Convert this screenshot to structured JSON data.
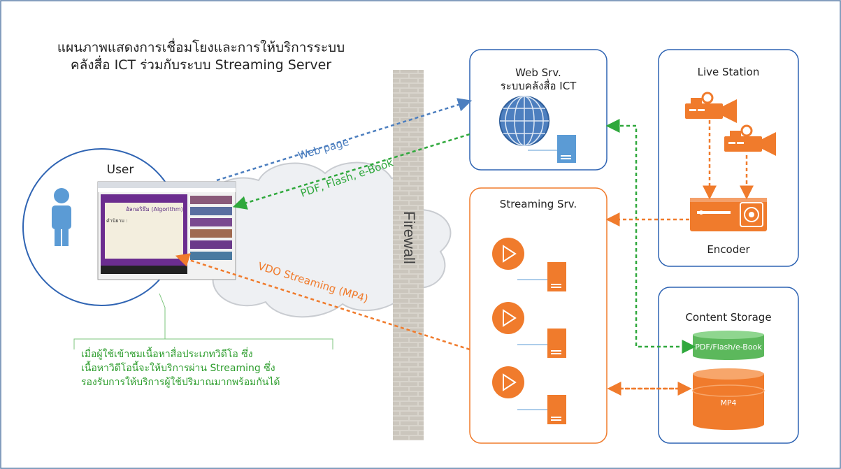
{
  "title_line1": "แผนภาพแสดงการเชื่อมโยงและการให้บริการระบบ",
  "title_line2": "คลังสื่อ ICT ร่วมกับระบบ Streaming Server",
  "user_label": "User",
  "firewall_label": "Firewall",
  "web_server": {
    "line1": "Web Srv.",
    "line2": "ระบบคลังสื่อ ICT"
  },
  "streaming_server": {
    "label": "Streaming Srv."
  },
  "live_station": {
    "label": "Live Station",
    "encoder_label": "Encoder"
  },
  "content_storage": {
    "label": "Content Storage",
    "pdf_label": "PDF/Flash/e-Book",
    "mp4_label": "MP4"
  },
  "flows": {
    "web_page": "Web page",
    "pdf_flash": "PDF, Flash, e-Book",
    "vdo_streaming": "VDO Streaming (MP4)"
  },
  "note_lines": [
    "เมื่อผู้ใช้เข้าชมเนื้อหาสื่อประเภทวิดีโอ ซึ่ง",
    "เนื้อหาวิดีโอนี้จะให้บริการผ่าน Streaming ซึ่ง",
    "รองรับการให้บริการผู้ใช้ปริมาณมากพร้อมกันได้"
  ],
  "colors": {
    "orange": "#f07b2c",
    "blue": "#2f64b3",
    "green": "#2fa83c",
    "steel": "#4d7fbf",
    "light_blue": "#5b9bd5"
  },
  "screenshot": {
    "heading": "อัลกอริธึม (Algorithm)",
    "intro": "คำนิยาม :"
  }
}
